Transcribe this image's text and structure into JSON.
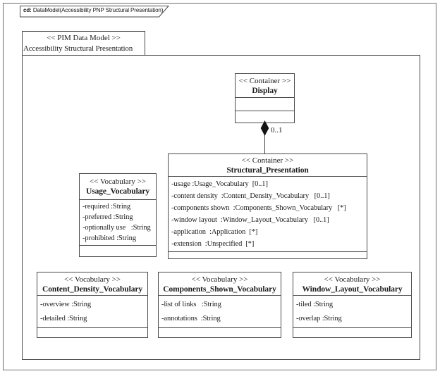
{
  "frame_label": {
    "prefix": "cd:",
    "title": " DataModel(Accessibility PNP Structural Presentation)"
  },
  "package": {
    "stereotype": "<< PIM Data Model >>",
    "name": "Accessibility Structural Presentation"
  },
  "classes": {
    "display": {
      "stereotype": "<< Container >>",
      "name": "Display"
    },
    "structural_presentation": {
      "stereotype": "<< Container >>",
      "name": "Structural_Presentation",
      "attributes": [
        "-usage :Usage_Vocabulary  [0..1]",
        "-content density  :Content_Density_Vocabulary   [0..1]",
        "-components shown  :Components_Shown_Vocabulary   [*]",
        "-window layout  :Window_Layout_Vocabulary   [0..1]",
        "-application  :Application  [*]",
        "-extension  :Unspecified  [*]"
      ]
    },
    "usage_vocabulary": {
      "stereotype": "<< Vocabulary >>",
      "name": "Usage_Vocabulary",
      "attributes": [
        "-required :String",
        "-preferred :String",
        "-optionally use   :String",
        "-prohibited :String"
      ]
    },
    "content_density_vocabulary": {
      "stereotype": "<< Vocabulary >>",
      "name": "Content_Density_Vocabulary",
      "attributes": [
        "-overview :String",
        "-detailed :String"
      ]
    },
    "components_shown_vocabulary": {
      "stereotype": "<< Vocabulary >>",
      "name": "Components_Shown_Vocabulary",
      "attributes": [
        "-list of links   :String",
        "-annotations  :String"
      ]
    },
    "window_layout_vocabulary": {
      "stereotype": "<< Vocabulary >>",
      "name": "Window_Layout_Vocabulary",
      "attributes": [
        "-tiled :String",
        "-overlap :String"
      ]
    }
  },
  "relation": {
    "type": "composition",
    "from": "Display",
    "to": "Structural_Presentation",
    "multiplicity": "0..1"
  },
  "colors": {
    "line": "#4a4a4a",
    "diamond_fill": "#141414",
    "background": "#ffffff"
  }
}
